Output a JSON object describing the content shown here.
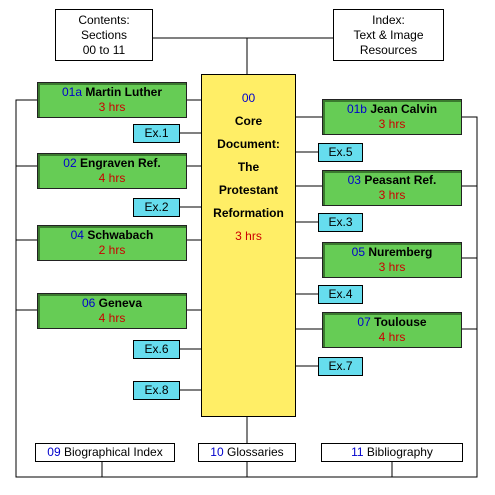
{
  "top": {
    "contents": {
      "line1": "Contents:",
      "line2": "Sections",
      "line3": "00 to 11"
    },
    "index": {
      "line1": "Index:",
      "line2": "Text & Image",
      "line3": "Resources"
    }
  },
  "core": {
    "num": "00",
    "line1": "Core",
    "line2": "Document:",
    "line3": "The",
    "line4": "Protestant",
    "line5": "Reformation",
    "hours": "3 hrs"
  },
  "sections": {
    "s01a": {
      "num": "01a",
      "title": "Martin Luther",
      "hours": "3 hrs"
    },
    "s01b": {
      "num": "01b",
      "title": "Jean Calvin",
      "hours": "3 hrs"
    },
    "s02": {
      "num": "02",
      "title": "Engraven Ref.",
      "hours": "4 hrs"
    },
    "s03": {
      "num": "03",
      "title": "Peasant Ref.",
      "hours": "3 hrs"
    },
    "s04": {
      "num": "04",
      "title": "Schwabach",
      "hours": "2 hrs"
    },
    "s05": {
      "num": "05",
      "title": "Nuremberg",
      "hours": "3 hrs"
    },
    "s06": {
      "num": "06",
      "title": "Geneva",
      "hours": "4 hrs"
    },
    "s07": {
      "num": "07",
      "title": "Toulouse",
      "hours": "4 hrs"
    }
  },
  "exercises": {
    "ex1": "Ex.1",
    "ex2": "Ex.2",
    "ex3": "Ex.3",
    "ex4": "Ex.4",
    "ex5": "Ex.5",
    "ex6": "Ex.6",
    "ex7": "Ex.7",
    "ex8": "Ex.8"
  },
  "bottom": {
    "bio": {
      "num": "09",
      "label": "Biographical Index"
    },
    "glossaries": {
      "num": "10",
      "label": "Glossaries"
    },
    "bibliography": {
      "num": "11",
      "label": "Bibliography"
    }
  },
  "colors": {
    "section_box": "#66cc55",
    "exercise_box": "#66ddee",
    "core_box": "#ffee66",
    "number_text": "#0000cc",
    "hours_text": "#cc0000"
  }
}
